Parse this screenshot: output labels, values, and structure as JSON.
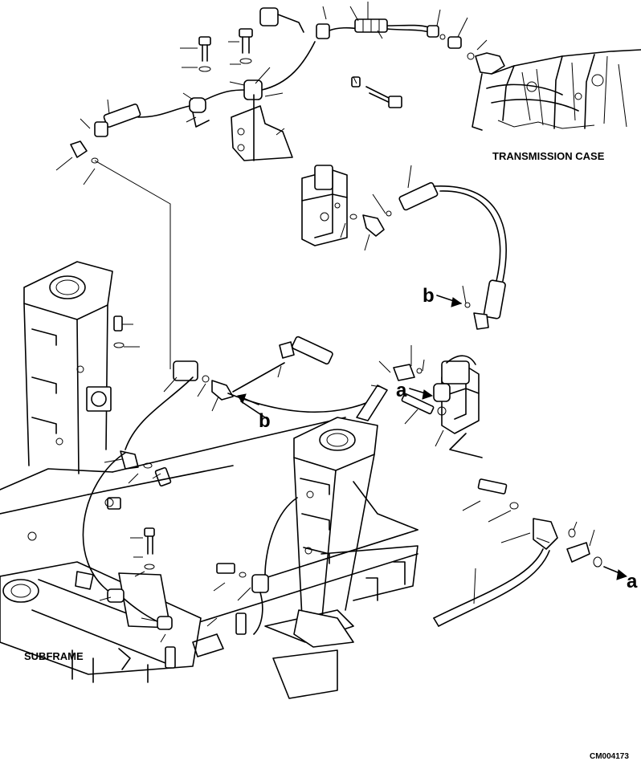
{
  "labels": {
    "transmission_case": "TRANSMISSION CASE",
    "subframe": "SUBFRAME",
    "ref_a_1": "a",
    "ref_a_2": "a",
    "ref_b_1": "b",
    "ref_b_2": "b",
    "figure_id": "CM004173"
  },
  "colors": {
    "ink": "#000000",
    "paper": "#ffffff"
  }
}
